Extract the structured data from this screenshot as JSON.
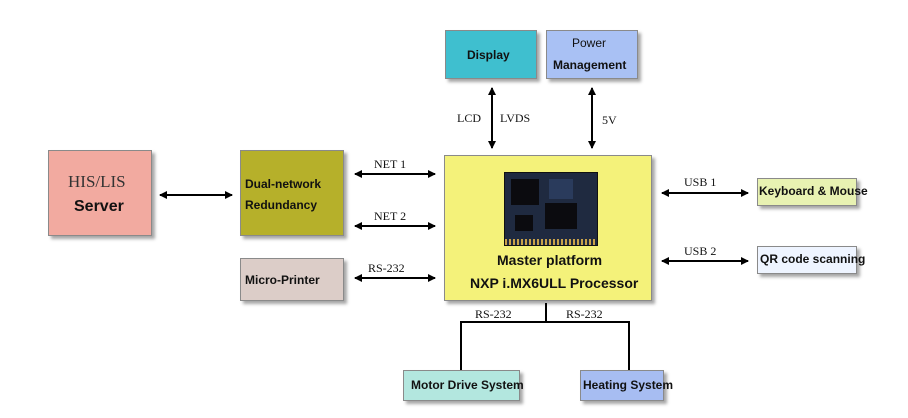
{
  "blocks": {
    "server": {
      "line1": "HIS/LIS",
      "line2": "Server",
      "color": "#f2aaa0"
    },
    "redundancy": {
      "line1": "Dual-network",
      "line2": "Redundancy",
      "color": "#b6b02a"
    },
    "printer": {
      "label": "Micro-Printer",
      "color": "#dccdc8"
    },
    "display": {
      "label": "Display",
      "color": "#3fbfcf"
    },
    "power": {
      "line1": "Power",
      "line2": "Management",
      "color": "#a9c1f4"
    },
    "master": {
      "line1": "Master platform",
      "line2": "NXP i.MX6ULL Processor",
      "color": "#f4f27a"
    },
    "keyboard": {
      "label": "Keyboard & Mouse",
      "color": "#e8f2b2"
    },
    "qr": {
      "label": "QR code scanning",
      "color": "#eef4ff"
    },
    "motor": {
      "label": "Motor Drive System",
      "color": "#b3e7df"
    },
    "heating": {
      "label": "Heating System",
      "color": "#a7bdf2"
    }
  },
  "links": {
    "net1": "NET 1",
    "net2": "NET 2",
    "rs232_printer": "RS-232",
    "lcd": "LCD",
    "lvds": "LVDS",
    "v5": "5V",
    "usb1": "USB 1",
    "usb2": "USB 2",
    "rs232_motor": "RS-232",
    "rs232_heating": "RS-232"
  }
}
